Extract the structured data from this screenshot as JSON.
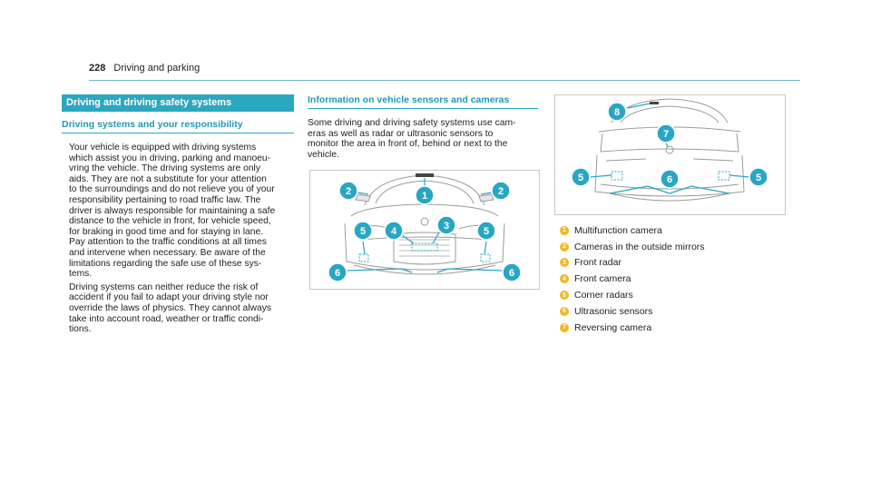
{
  "header": {
    "page_number": "228",
    "title": "Driving and parking"
  },
  "col1": {
    "section_title": "Driving and driving safety systems",
    "subheading": "Driving systems and your responsibility",
    "para1": "Your vehicle is equipped with driving systems\nwhich assist you in driving, parking and manoeu-\nvring the vehicle. The driving systems are only\naids. They are not a substitute for your attention\nto the surroundings and do not relieve you of your\nresponsibility pertaining to road traffic law. The\ndriver is always responsible for maintaining a safe\ndistance to the vehicle in front, for vehicle speed,\nfor braking in good time and for staying in lane.\nPay attention to the traffic conditions at all times\nand intervene when necessary. Be aware of the\nlimitations regarding the safe use of these sys-\ntems.",
    "para2": "Driving systems can neither reduce the risk of\naccident if you fail to adapt your driving style nor\noverride the laws of physics. They cannot always\ntake into account road, weather or traffic condi-\ntions."
  },
  "col2": {
    "subheading": "Information on vehicle sensors and cameras",
    "para1": "Some driving and driving safety systems use cam-\neras as well as radar or ultrasonic sensors to\nmonitor the area in front of, behind or next to the\nvehicle."
  },
  "figure_front": {
    "callouts": [
      "1",
      "2",
      "2",
      "3",
      "4",
      "5",
      "5",
      "6",
      "6"
    ]
  },
  "figure_rear": {
    "callouts": [
      "8",
      "7",
      "5",
      "5",
      "6"
    ]
  },
  "legend": [
    {
      "num": "1",
      "label": "Multifunction camera"
    },
    {
      "num": "2",
      "label": "Cameras in the outside mirrors"
    },
    {
      "num": "3",
      "label": "Front radar"
    },
    {
      "num": "4",
      "label": "Front camera"
    },
    {
      "num": "5",
      "label": "Corner radars"
    },
    {
      "num": "6",
      "label": "Ultrasonic sensors"
    },
    {
      "num": "7",
      "label": "Reversing camera"
    }
  ],
  "colors": {
    "accent": "#2ba7c0",
    "callout": "#29a6c2",
    "legend_badge": "#f2b823"
  }
}
